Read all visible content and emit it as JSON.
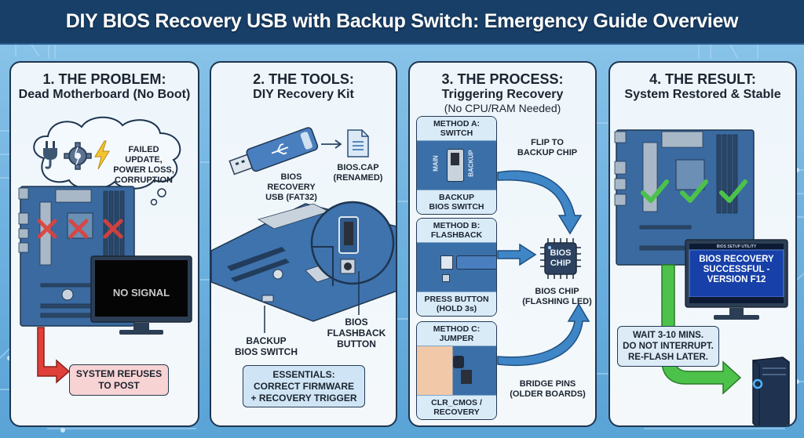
{
  "header": {
    "title": "DIY BIOS Recovery USB with Backup Switch: Emergency Guide Overview"
  },
  "colors": {
    "header_bg": "#183f68",
    "background": "#6fb2e0",
    "panel_bg": "#f1f7fb",
    "board_blue": "#3b6fa8",
    "error_red": "#e0403a",
    "success_green": "#4cc24a",
    "arrow_blue": "#3f86c7"
  },
  "panels": [
    {
      "title": "1. THE PROBLEM:",
      "subtitle": "Dead Motherboard (No Boot)",
      "thought_icons": [
        "power-plug-icon",
        "broken-gear-icon",
        "lightning-icon"
      ],
      "thought_lines": [
        "FAILED UPDATE,",
        "POWER LOSS,",
        "CORRUPTION"
      ],
      "monitor_text": "NO SIGNAL",
      "result_lines": [
        "SYSTEM REFUSES",
        "TO POST"
      ]
    },
    {
      "title": "2. THE TOOLS:",
      "subtitle": "DIY Recovery Kit",
      "usb_label": [
        "BIOS",
        "RECOVERY",
        "USB (FAT32)"
      ],
      "file_label": [
        "BIOS.CAP",
        "(RENAMED)"
      ],
      "switch_label": [
        "BACKUP",
        "BIOS SWITCH"
      ],
      "button_label": [
        "BIOS",
        "FLASHBACK",
        "BUTTON"
      ],
      "essentials_lines": [
        "ESSENTIALS:",
        "CORRECT FIRMWARE",
        "+ RECOVERY TRIGGER"
      ]
    },
    {
      "title": "3. THE PROCESS:",
      "subtitle": "Triggering Recovery",
      "note": "(No CPU/RAM Needed)",
      "methods": [
        {
          "header": [
            "METHOD A:",
            "SWITCH"
          ],
          "footer": [
            "BACKUP",
            "BIOS SWITCH"
          ],
          "switch_left": "MAIN",
          "switch_right": "BACKUP"
        },
        {
          "header": [
            "METHOD B:",
            "FLASHBACK"
          ],
          "footer": [
            "PRESS BUTTON",
            "(HOLD 3s)"
          ]
        },
        {
          "header": [
            "METHOD C:",
            "JUMPER"
          ],
          "footer": [
            "CLR_CMOS /",
            "RECOVERY"
          ]
        }
      ],
      "flip_label": [
        "FLIP TO",
        "BACKUP CHIP"
      ],
      "chip_text": [
        "BIOS",
        "CHIP"
      ],
      "chip_label": [
        "BIOS CHIP",
        "(FLASHING LED)"
      ],
      "bridge_label": [
        "BRIDGE PINS",
        "(OLDER BOARDS)"
      ]
    },
    {
      "title": "4. THE RESULT:",
      "subtitle": "System Restored & Stable",
      "monitor_header": "BIOS SETUP UTILITY",
      "monitor_lines": [
        "BIOS RECOVERY",
        "SUCCESSFUL -",
        "VERSION F12"
      ],
      "note_lines": [
        "WAIT 3-10 MINS.",
        "DO NOT INTERRUPT.",
        "RE-FLASH LATER."
      ]
    }
  ]
}
